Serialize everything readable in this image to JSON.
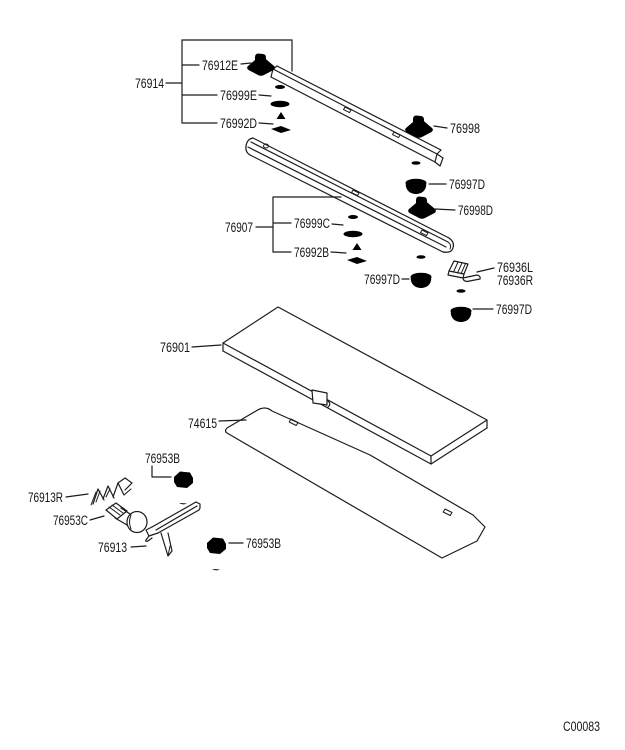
{
  "diagram": {
    "type": "exploded-parts-diagram",
    "drawing_code": "C00083",
    "colors": {
      "line": "#1c1c1c",
      "background": "#ffffff"
    },
    "labels": {
      "p76914": "76914",
      "p76912E": "76912E",
      "p76999E": "76999E",
      "p76992D": "76992D",
      "p76998": "76998",
      "p76997D_a": "76997D",
      "p76998D": "76998D",
      "p76907": "76907",
      "p76999C": "76999C",
      "p76992B": "76992B",
      "p76997D_b": "76997D",
      "p76936L": "76936L",
      "p76936R": "76936R",
      "p76997D_c": "76997D",
      "p76901": "76901",
      "p74615": "74615",
      "p76953B_a": "76953B",
      "p76913R": "76913R",
      "p76953C": "76953C",
      "p76913": "76913",
      "p76953B_b": "76953B"
    }
  }
}
